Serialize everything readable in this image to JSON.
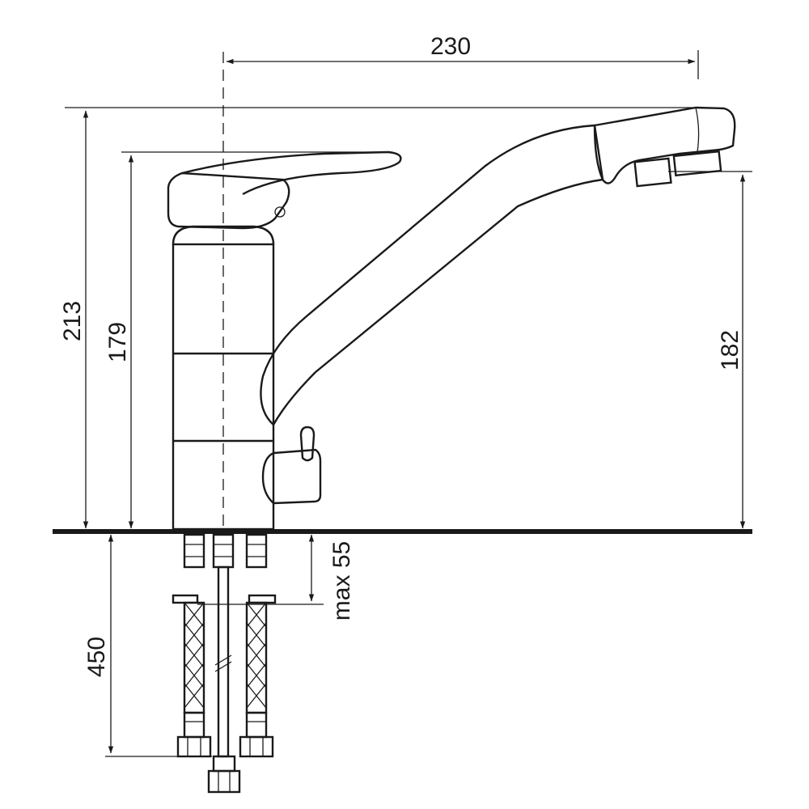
{
  "drawing": {
    "line_color": "#1a1a1a",
    "background": "#ffffff",
    "dimensions": {
      "spout_reach": "230",
      "total_height": "213",
      "body_height": "179",
      "outlet_height": "182",
      "hose_length": "450",
      "mount_thickness": "max 55"
    }
  }
}
